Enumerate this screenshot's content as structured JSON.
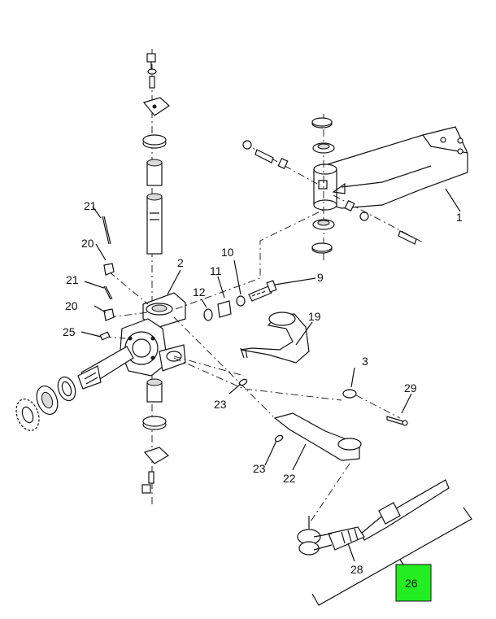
{
  "callouts": {
    "c1": "1",
    "c2": "2",
    "c3": "3",
    "c9": "9",
    "c10": "10",
    "c11": "11",
    "c12": "12",
    "c19": "19",
    "c20a": "20",
    "c20b": "20",
    "c21a": "21",
    "c21b": "21",
    "c22": "22",
    "c23a": "23",
    "c23b": "23",
    "c25": "25",
    "c26": "26",
    "c28": "28",
    "c29": "29"
  },
  "colors": {
    "highlight": "#22ee22",
    "ink": "#111111"
  }
}
